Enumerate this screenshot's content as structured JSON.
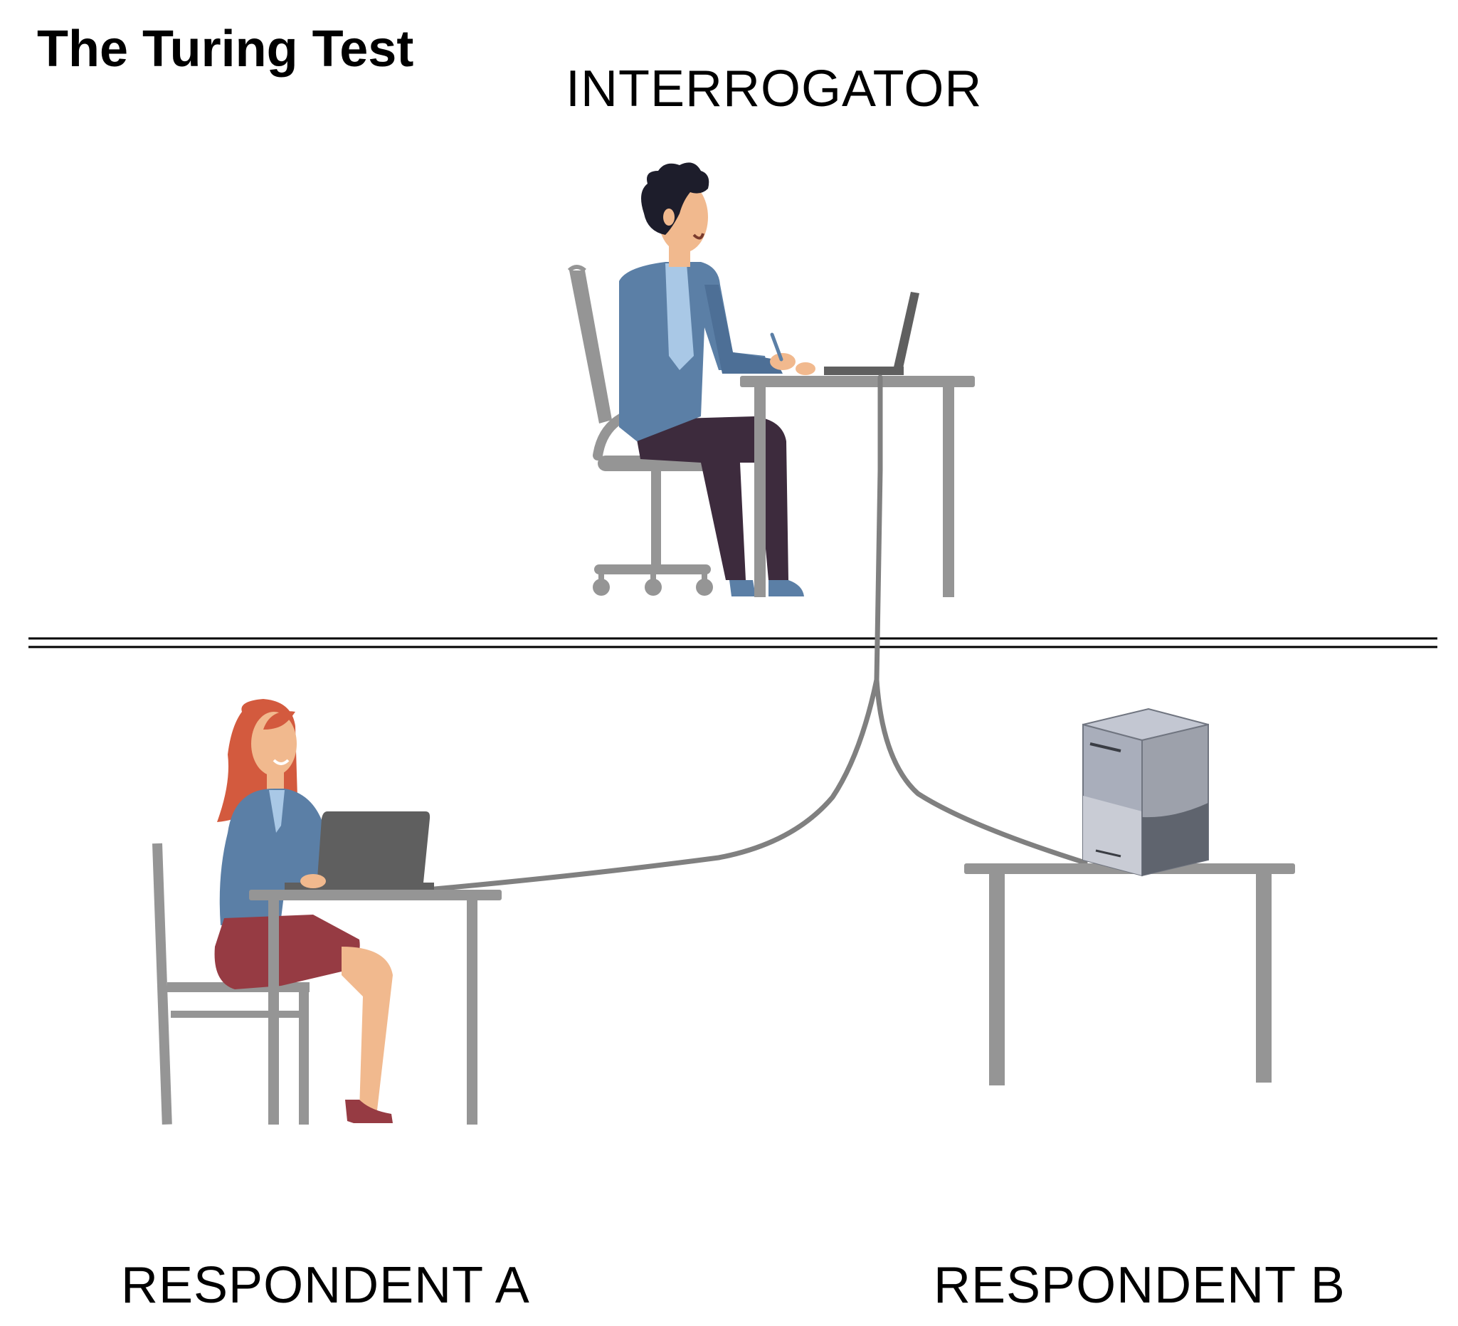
{
  "title": "The Turing Test",
  "roles": {
    "interrogator": "INTERROGATOR",
    "respondent_a": "RESPONDENT  A",
    "respondent_b": "RESPONDENT  B"
  },
  "colors": {
    "furniture": "#959595",
    "cable": "#808080",
    "jacket": "#5b7fa6",
    "shirt": "#a9c8e6",
    "trousers": "#3d2b3d",
    "skin": "#f1b98e",
    "hair_man": "#1d1d2b",
    "hair_woman": "#d35a3e",
    "skirt": "#963b43",
    "laptop": "#5f5f5f",
    "server": "#a9aebb"
  }
}
